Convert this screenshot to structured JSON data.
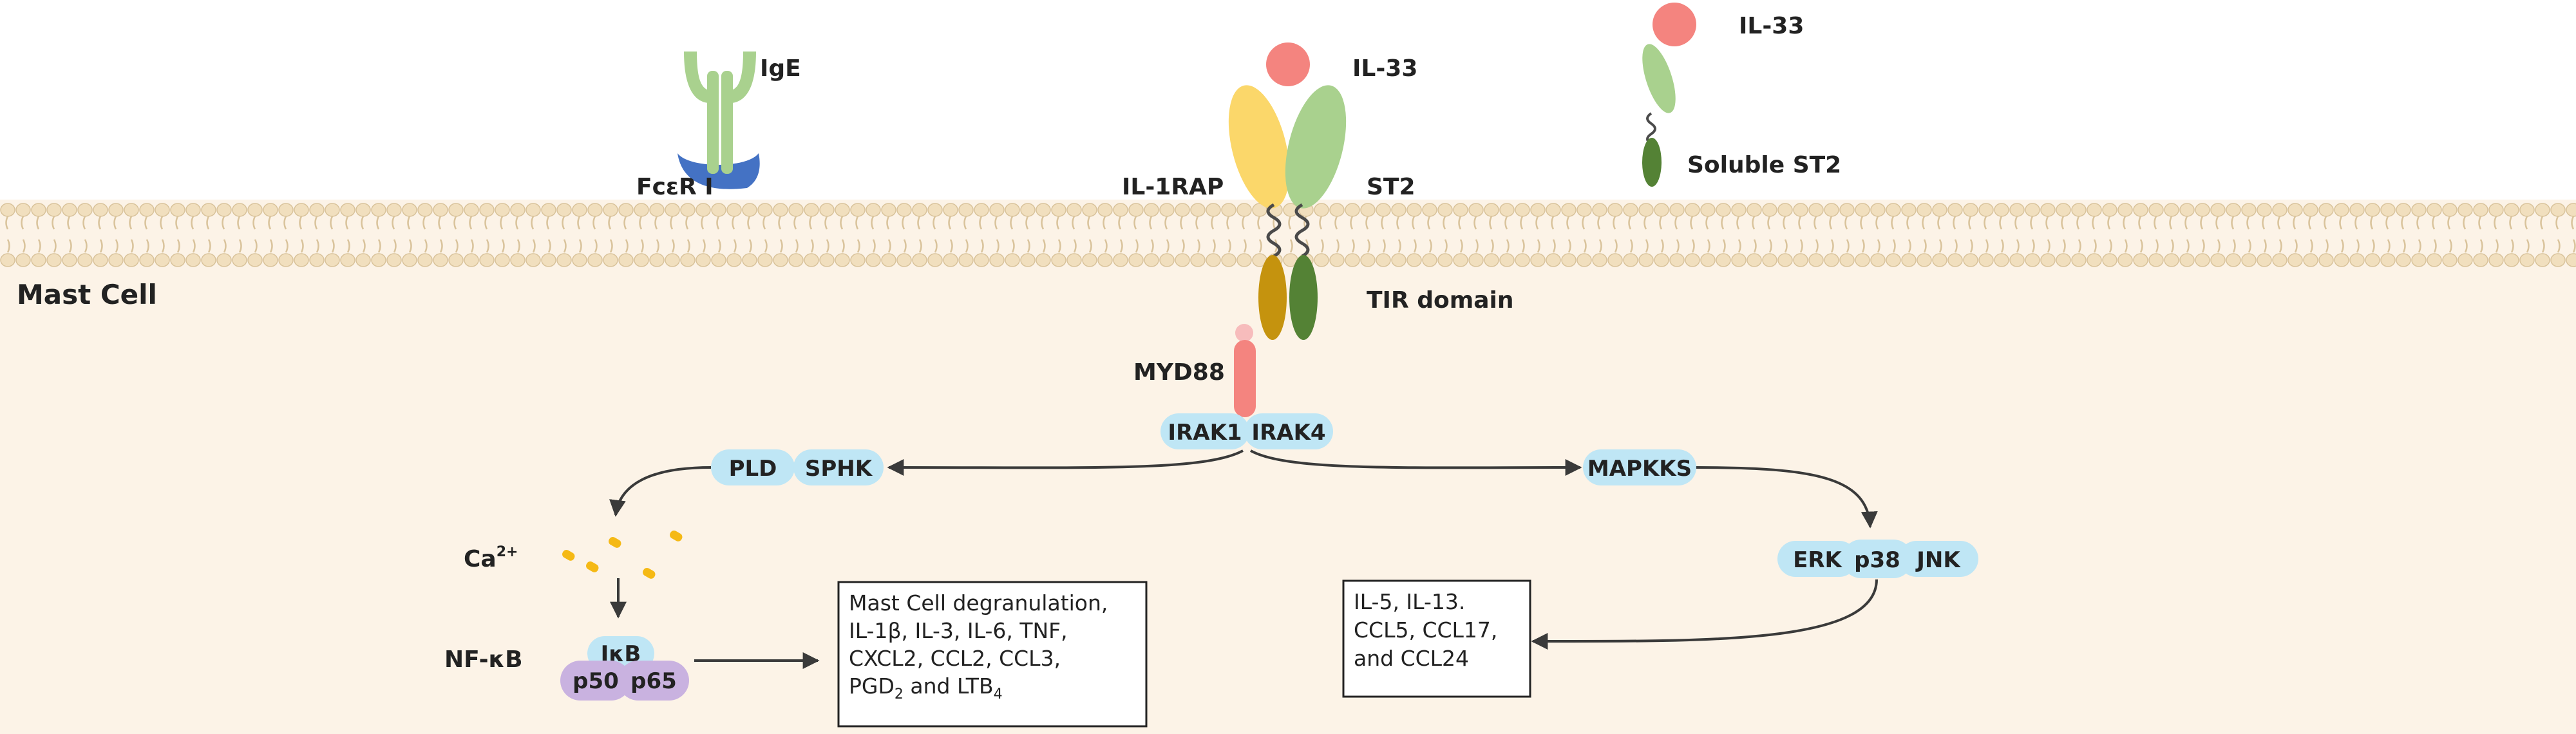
{
  "cell_label": "Mast Cell",
  "receptors": {
    "ige": "IgE",
    "fcer": "FcεR Ⅰ",
    "il1rap": "IL-1RAP",
    "st2": "ST2",
    "il33": "IL-33",
    "il33_soluble": "IL-33",
    "soluble_st2": "Soluble ST2",
    "tir_domain": "TIR domain"
  },
  "adaptors": {
    "myd88": "MYD88",
    "irak1": "IRAK1",
    "irak4": "IRAK4"
  },
  "left_pathway": {
    "pld": "PLD",
    "sphk": "SPHK",
    "ca": "Ca",
    "ca_charge": "2+",
    "nfkb": "NF-κB",
    "ikb": "IκB",
    "p50": "p50",
    "p65": "p65"
  },
  "right_pathway": {
    "mapkks": "MAPKKS",
    "erk": "ERK",
    "p38": "p38",
    "jnk": "JNK"
  },
  "outcome_left": {
    "line1": "Mast Cell degranulation,",
    "line2": "IL-1β, IL-3, IL-6, TNF,",
    "line3": "CXCL2, CCL2, CCL3,",
    "line4_a": "PGD",
    "line4_sub1": "2",
    "line4_b": " and LTB",
    "line4_sub2": "4"
  },
  "outcome_right": {
    "line1": "IL-5, IL-13.",
    "line2": "CCL5, CCL17,",
    "line3": "and CCL24"
  },
  "colors": {
    "cytoplasm": "#fcf3e7",
    "membrane_bead": "#f1dfbe",
    "membrane_line": "#d9c39b",
    "il1rap": "#fbd76a",
    "st2": "#a9d18e",
    "tir_left": "#c5930e",
    "tir_right": "#548235",
    "il33": "#f4847f",
    "ige": "#a9d18e",
    "fcer": "#4472c4",
    "myd88": "#f4847f",
    "kinase_pill": "#bfe6f5",
    "nfkb_pill": "#c9b2e0",
    "calcium": "#f5b915",
    "arrow": "#3a3a3a"
  }
}
